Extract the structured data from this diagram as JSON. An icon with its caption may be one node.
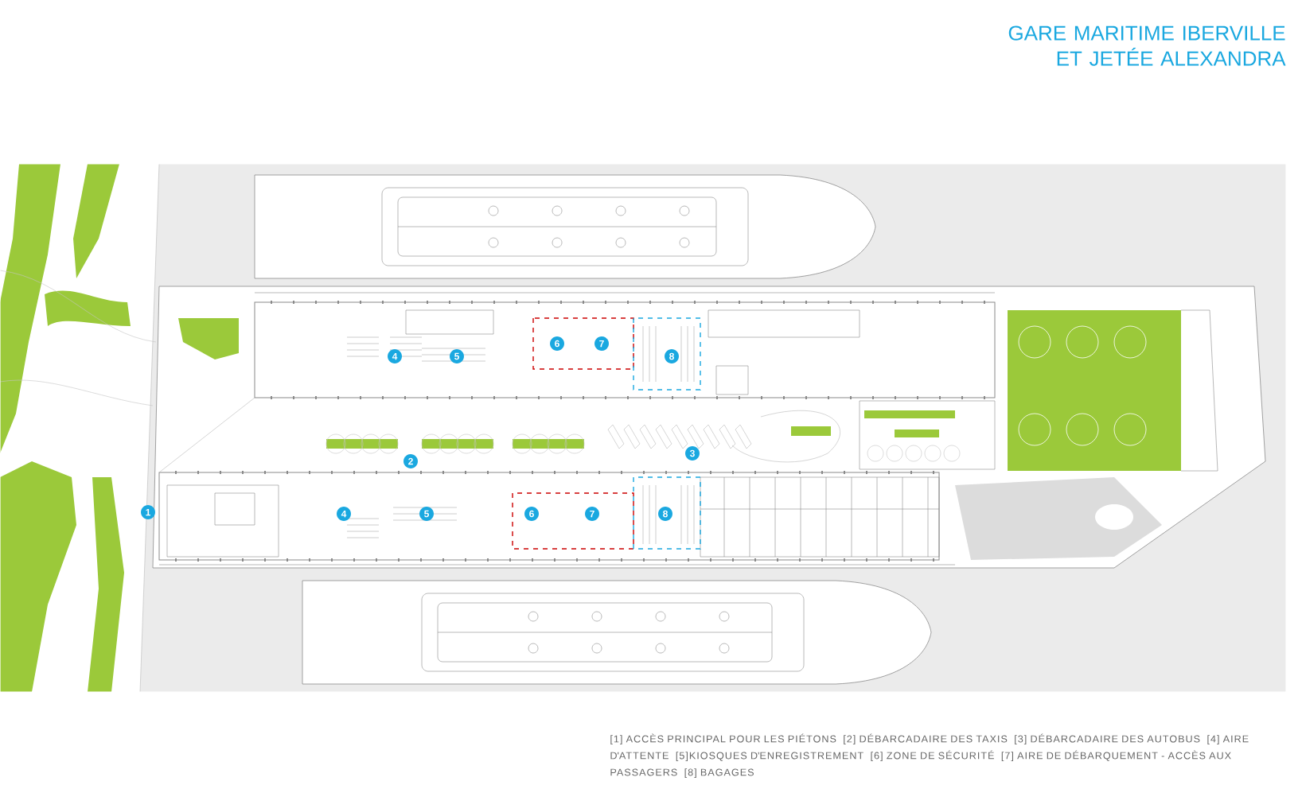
{
  "diagram": {
    "title": "GARE MARITIME IBERVILLE ET JETÉE ALEXANDRA",
    "labels": [
      "4",
      "5",
      "6",
      "7",
      "8",
      "2",
      "3",
      "1",
      "4",
      "5",
      "6",
      "7",
      "8",
      "[1] ACCÈS PRINCIPAL POUR LES PIÉTONS",
      "[2] DÉBARCADAIRE DES TAXIS",
      "[3] DÉBARCADAIRE DES AUTOBUS",
      "[4] AIRE D'ATTENTE",
      "[5]KIOSQUES D'ENREGISTREMENT",
      "[6] ZONE DE SÉCURITÉ",
      "[7] AIRE DE DÉBARQUEMENT - ACCÈS AUX PASSAGERS",
      "[8] BAGAGES"
    ]
  }
}
